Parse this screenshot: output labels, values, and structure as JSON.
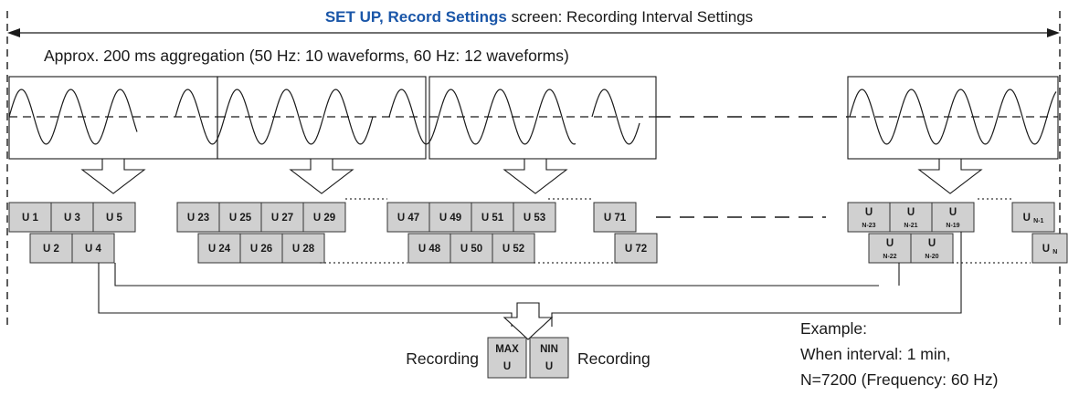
{
  "title": {
    "bold": "SET UP, Record Settings",
    "rest": " screen: Recording Interval Settings"
  },
  "aggregation_note": "Approx. 200 ms aggregation (50 Hz: 10 waveforms, 60 Hz: 12 waveforms)",
  "upper_cells": [
    "U 1",
    "U 3",
    "U 5",
    "U 23",
    "U 25",
    "U 27",
    "U 29",
    "U 47",
    "U 49",
    "U 51",
    "U 53",
    "U 71"
  ],
  "lower_cells": [
    "U 2",
    "U 4",
    "U 24",
    "U 26",
    "U 28",
    "U 48",
    "U 50",
    "U 52",
    "U 72"
  ],
  "right_upper_cells": [
    {
      "main": "U",
      "sub": "N-23"
    },
    {
      "main": "U",
      "sub": "N-21"
    },
    {
      "main": "U",
      "sub": "N-19"
    }
  ],
  "right_lower_cells": [
    {
      "main": "U",
      "sub": "N-22"
    },
    {
      "main": "U",
      "sub": "N-20"
    }
  ],
  "end_cells": [
    {
      "main": "U",
      "sub": "N-1"
    },
    {
      "main": "U",
      "sub": "N"
    }
  ],
  "result": {
    "left_label": "Recording",
    "right_label": "Recording",
    "max_top": "MAX",
    "max_bottom": "U",
    "min_top": "NIN",
    "min_bottom": "U"
  },
  "example": {
    "heading": "Example:",
    "line1": "When interval: 1 min,",
    "line2": "N=7200 (Frequency: 60 Hz)"
  }
}
